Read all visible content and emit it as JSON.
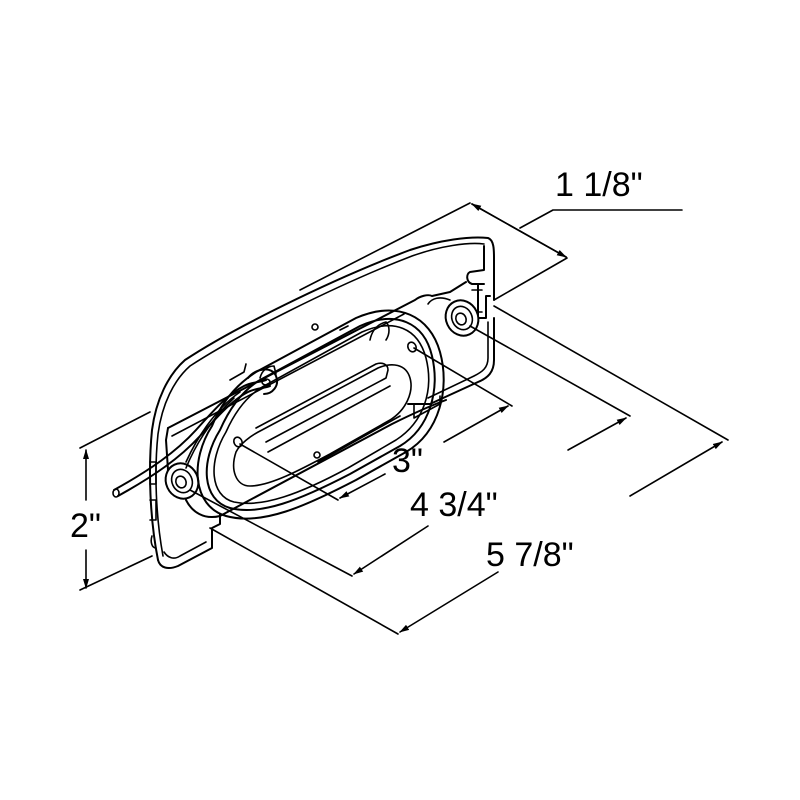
{
  "diagram": {
    "subject": "oval marker light with mounting bracket, isometric view",
    "line_color": "#000000",
    "background": "#ffffff"
  },
  "dimensions": {
    "depth": {
      "label": "1 1/8\""
    },
    "height": {
      "label": "2\""
    },
    "lens_length": {
      "label": "3\""
    },
    "mounting_hole_spacing": {
      "label": "4 3/4\""
    },
    "overall_length": {
      "label": "5 7/8\""
    }
  }
}
